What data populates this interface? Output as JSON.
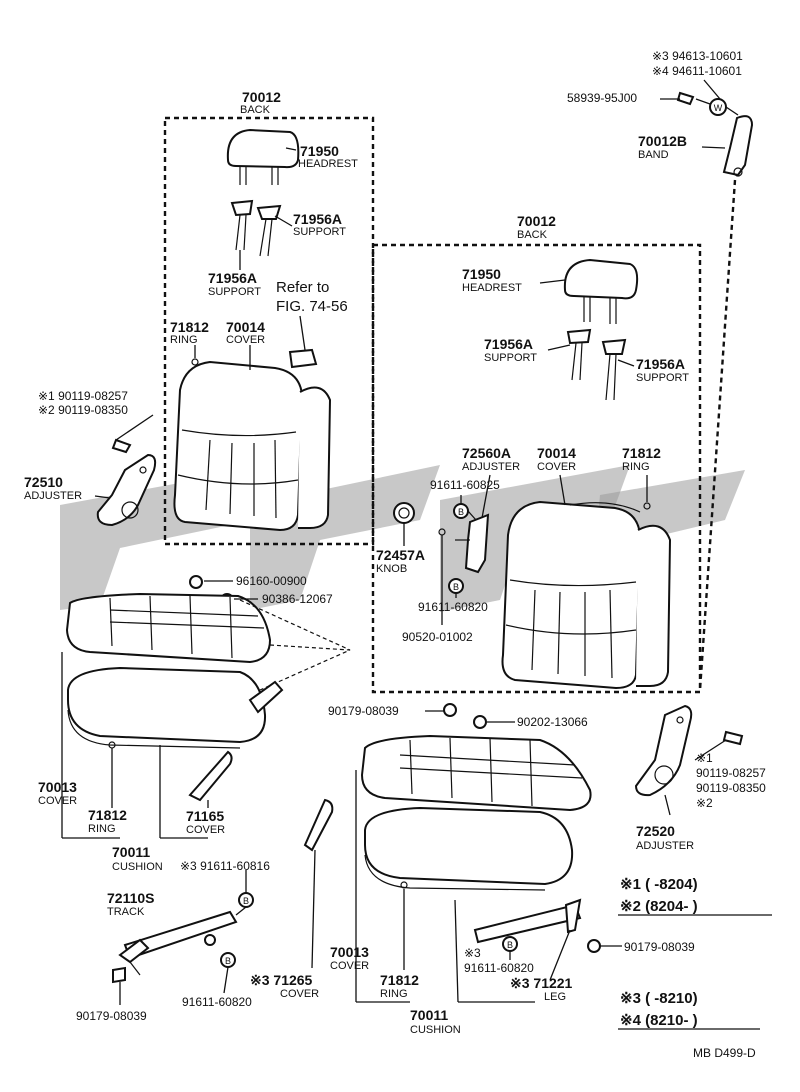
{
  "labels": {
    "back_left_pn": "70012",
    "back_left_nm": "BACK",
    "headrest_left_pn": "71950",
    "headrest_left_nm": "HEADREST",
    "support_a_pn": "71956A",
    "support_a_nm": "SUPPORT",
    "support_b_pn": "71956A",
    "support_b_nm": "SUPPORT",
    "refer_1": "Refer to",
    "refer_2": "FIG. 74-56",
    "ring_left_pn": "71812",
    "ring_left_nm": "RING",
    "cover_left_pn": "70014",
    "cover_left_nm": "COVER",
    "bolt_left_1": "※1 90119-08257",
    "bolt_left_2": "※2 90119-08350",
    "adjuster_left_pn": "72510",
    "adjuster_left_nm": "ADJUSTER",
    "pn_96160": "96160-00900",
    "pn_90386": "90386-12067",
    "cushion_cover_left_pn": "70013",
    "cushion_cover_left_nm": "COVER",
    "ring_cushion_left_pn": "71812",
    "ring_cushion_left_nm": "RING",
    "cover_71165_pn": "71165",
    "cover_71165_nm": "COVER",
    "cushion_left_pn": "70011",
    "cushion_left_nm": "CUSHION",
    "note3_pn": "※3 91611-60816",
    "track_pn": "72110S",
    "track_nm": "TRACK",
    "pn_91611_60820_left": "91611-60820",
    "pn_90179_left": "90179-08039",
    "top_right_1": "※3 94613-10601",
    "top_right_2": "※4 94611-10601",
    "pn_58939": "58939-95J00",
    "band_pn": "70012B",
    "band_nm": "BAND",
    "back_right_pn": "70012",
    "back_right_nm": "BACK",
    "headrest_right_pn": "71950",
    "headrest_right_nm": "HEADREST",
    "support_c_pn": "71956A",
    "support_c_nm": "SUPPORT",
    "support_d_pn": "71956A",
    "support_d_nm": "SUPPORT",
    "adj_72560_pn": "72560A",
    "adj_72560_nm": "ADJUSTER",
    "cover_right_pn": "70014",
    "cover_right_nm": "COVER",
    "ring_right_pn": "71812",
    "ring_right_nm": "RING",
    "pn_91611_60825": "91611-60825",
    "knob_pn": "72457A",
    "knob_nm": "KNOB",
    "pn_91611_60820_mid": "91611-60820",
    "pn_90520": "90520-01002",
    "pn_90179_mid": "90179-08039",
    "pn_90202": "90202-13066",
    "bolt_right_1": "※1",
    "bolt_right_2": "90119-08257",
    "bolt_right_3": "90119-08350",
    "bolt_right_4": "※2",
    "adjuster_right_pn": "72520",
    "adjuster_right_nm": "ADJUSTER",
    "legend_1": "※1 (        -8204)",
    "legend_2": "※2 (8204-        )",
    "cushion_cover_right_pn": "70013",
    "cushion_cover_right_nm": "COVER",
    "ring_cushion_right_pn": "71812",
    "ring_cushion_right_nm": "RING",
    "cover_71265_pn": "※3 71265",
    "cover_71265_nm": "COVER",
    "note3_b": "※3",
    "pn_91611_60820_right": "91611-60820",
    "leg_pn": "※3 71221",
    "leg_nm": "LEG",
    "pn_90179_right": "90179-08039",
    "cushion_right_pn": "70011",
    "cushion_right_nm": "CUSHION",
    "legend_3": "※3 (        -8210)",
    "legend_4": "※4 (8210-        )",
    "footer_code": "MB  D499-D",
    "bubble_B": "B",
    "bubble_W": "W"
  }
}
